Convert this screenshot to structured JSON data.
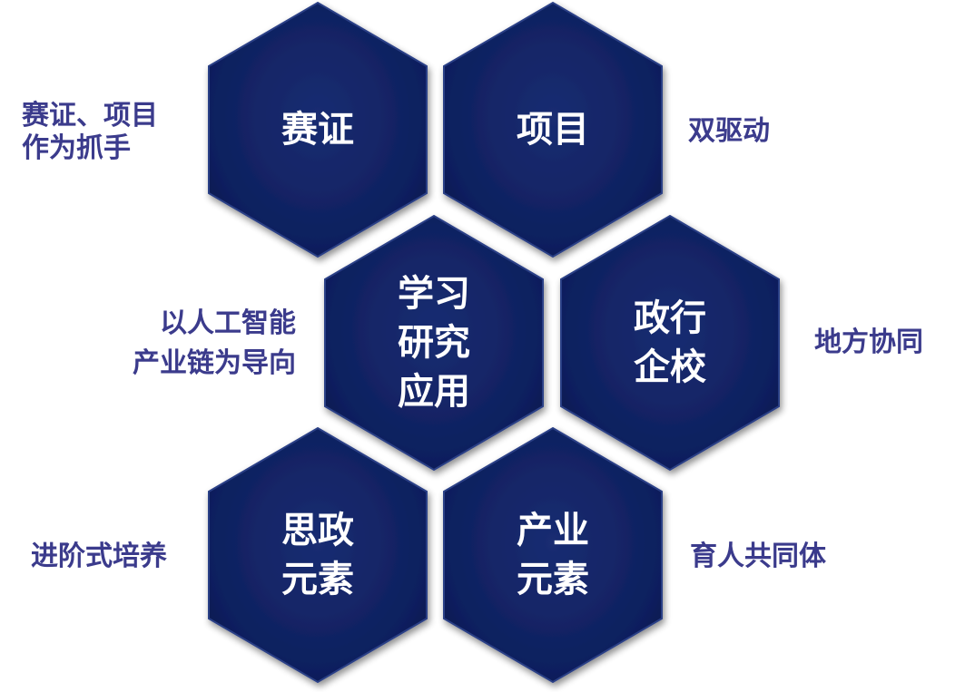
{
  "colors": {
    "hex_fill": "#0e1f5e",
    "hex_edge_light": "#2c3f86",
    "side_text": "#3b3b8c",
    "hex_text": "#ffffff"
  },
  "hexagons": [
    {
      "id": "saizheng",
      "lines": [
        "赛证"
      ]
    },
    {
      "id": "xiangmu",
      "lines": [
        "项目"
      ]
    },
    {
      "id": "xuexi",
      "lines": [
        "学习",
        "研究",
        "应用"
      ]
    },
    {
      "id": "zhengxing",
      "lines": [
        "政行",
        "企校"
      ]
    },
    {
      "id": "sizheng",
      "lines": [
        "思政",
        "元素"
      ]
    },
    {
      "id": "chanye",
      "lines": [
        "产业",
        "元素"
      ]
    }
  ],
  "side_labels": {
    "top_left": [
      "赛证、项目",
      "作为抓手"
    ],
    "top_right": [
      "双驱动"
    ],
    "mid_left": [
      "以人工智能",
      "产业链为导向"
    ],
    "mid_right": [
      "地方协同"
    ],
    "bottom_left": [
      "进阶式培养"
    ],
    "bottom_right": [
      "育人共同体"
    ]
  }
}
